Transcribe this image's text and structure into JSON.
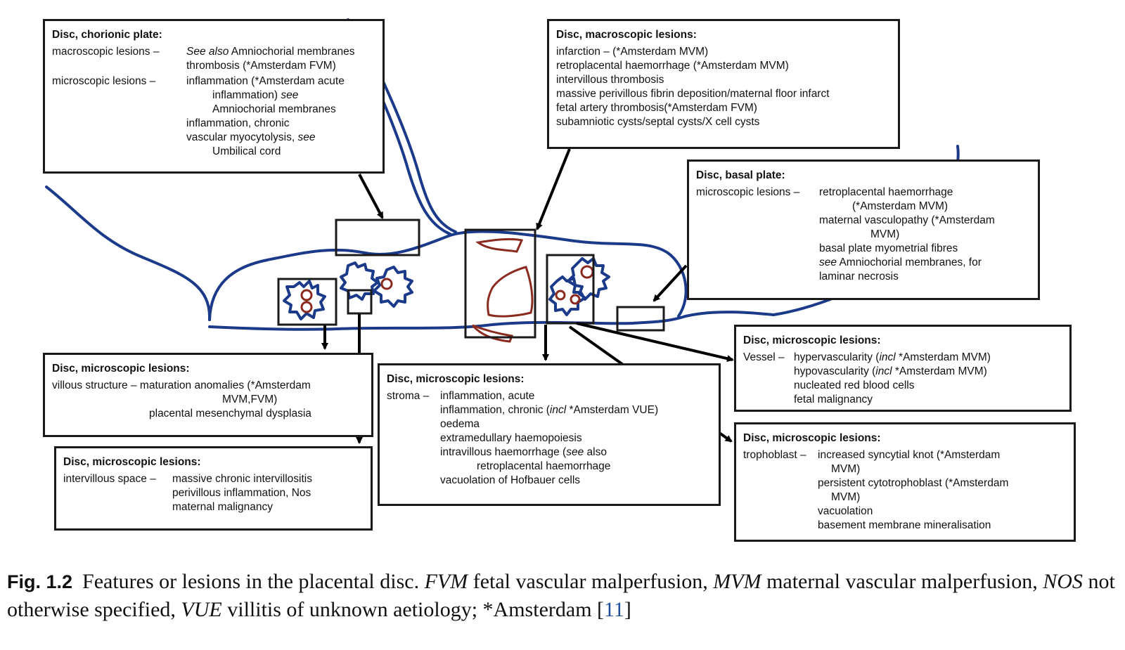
{
  "boxes": {
    "chorionic": {
      "title": "Disc, chorionic plate:",
      "rows": [
        {
          "k": "macroscopic lesions –",
          "pre": "See also",
          "v": " Amniochorial membranes"
        },
        {
          "k": "",
          "v": "thrombosis (*Amsterdam FVM)"
        },
        {
          "k": "microscopic lesions –",
          "v": "inflammation (*Amsterdam acute"
        },
        {
          "k": "",
          "v": "inflammation)",
          "post": " see"
        },
        {
          "k": "",
          "v": "Amniochorial membranes"
        },
        {
          "k": "",
          "v": "inflammation, chronic"
        },
        {
          "k": "",
          "v": "vascular myocytolysis,",
          "post": " see"
        },
        {
          "k": "",
          "v": "Umbilical cord"
        }
      ]
    },
    "macroscopic": {
      "title": "Disc, macroscopic lesions:",
      "rows": [
        "infarction – (*Amsterdam MVM)",
        "retroplacental haemorrhage (*Amsterdam MVM)",
        "intervillous thrombosis",
        "massive perivillous fibrin deposition/maternal floor infarct",
        "fetal artery thrombosis(*Amsterdam FVM)",
        "subamniotic cysts/septal cysts/X cell cysts"
      ]
    },
    "basal": {
      "title": "Disc, basal plate:",
      "key": "microscopic lesions –",
      "rows": [
        {
          "v": "retroplacental haemorrhage"
        },
        {
          "v": "(*Amsterdam MVM)"
        },
        {
          "v": "maternal vasculopathy (*Amsterdam"
        },
        {
          "v": "MVM)"
        },
        {
          "v": "basal plate myometrial fibres"
        },
        {
          "pre": "see",
          "v": " Amniochorial membranes, for"
        },
        {
          "v": "laminar necrosis"
        }
      ]
    },
    "villous": {
      "title": "Disc, microscopic lesions:",
      "rows": [
        "villous structure – maturation anomalies (*Amsterdam",
        "MVM,FVM)",
        "placental mesenchymal dysplasia"
      ]
    },
    "intervillous": {
      "title": "Disc, microscopic lesions:",
      "key": "intervillous space –",
      "rows": [
        "massive chronic intervillositis",
        "perivillous inflammation, Nos",
        "maternal malignancy"
      ]
    },
    "stroma": {
      "title": "Disc, microscopic lesions:",
      "key": "stroma –",
      "rows": [
        {
          "v": "inflammation, acute"
        },
        {
          "v": "inflammation, chronic (",
          "it": "incl",
          "post": " *Amsterdam VUE)"
        },
        {
          "v": "oedema"
        },
        {
          "v": "extramedullary haemopoiesis"
        },
        {
          "v": "intravillous haemorrhage (",
          "it": "see",
          "post": " also"
        },
        {
          "v": "retroplacental haemorrhage"
        },
        {
          "v": "vacuolation of Hofbauer cells"
        }
      ]
    },
    "vessel": {
      "title": "Disc, microscopic lesions:",
      "key": "Vessel –",
      "rows": [
        {
          "v": "hypervascularity (",
          "it": "incl",
          "post": " *Amsterdam MVM)"
        },
        {
          "v": "hypovascularity (",
          "it": "incl",
          "post": " *Amsterdam MVM)"
        },
        {
          "v": "nucleated red blood cells"
        },
        {
          "v": "fetal malignancy"
        }
      ]
    },
    "trophoblast": {
      "title": "Disc, microscopic lesions:",
      "key": "trophoblast –",
      "rows": [
        "increased syncytial knot (*Amsterdam",
        "MVM)",
        "persistent cytotrophoblast (*Amsterdam",
        "MVM)",
        "vacuolation",
        "basement membrane mineralisation"
      ]
    }
  },
  "caption": {
    "fig_label": "Fig. 1.2",
    "text_a": "Features or lesions in the placental disc. ",
    "fvm": "FVM",
    "text_b": " fetal vascular malperfusion, ",
    "mvm": "MVM",
    "text_c": " maternal vascular malperfusion, ",
    "nos": "NOS",
    "text_d": " not otherwise specified, ",
    "vue": "VUE",
    "text_e": " villitis of unknown aetiology; *Amsterdam [",
    "ref": "11",
    "text_f": "]"
  },
  "colors": {
    "placenta_outline": "#1c3a8a",
    "lesion": "#8b2a1e",
    "arrow": "#000000"
  }
}
